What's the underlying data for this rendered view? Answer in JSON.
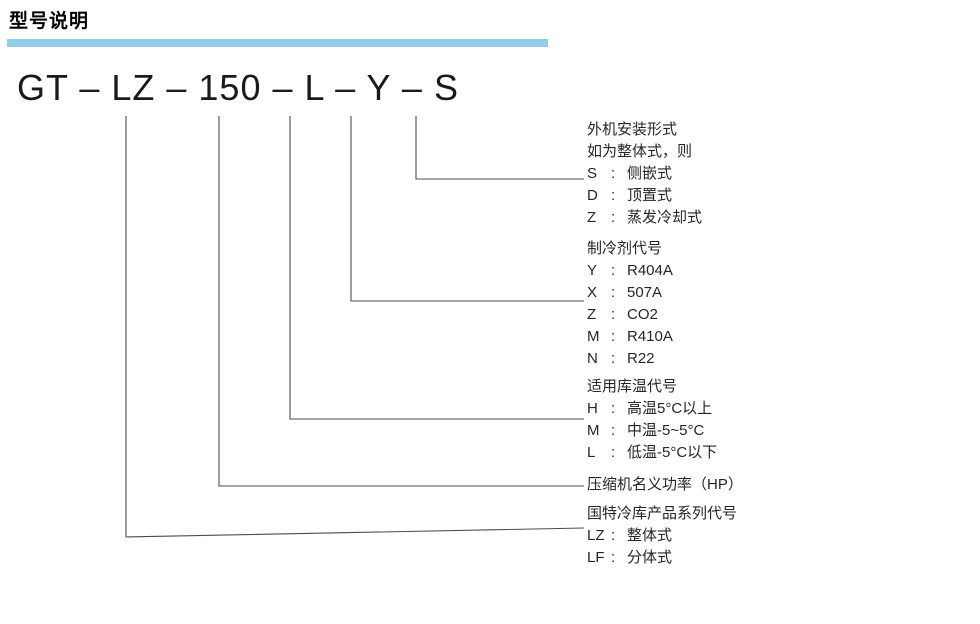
{
  "page": {
    "title": "型号说明",
    "accent_color": "#92CBEC"
  },
  "model_code": {
    "full": "GT – LZ – 150 – L – Y – S",
    "segments": [
      "GT",
      "LZ",
      "150",
      "L",
      "Y",
      "S"
    ]
  },
  "legend": {
    "separator": ":",
    "blocks": [
      {
        "id": "install-type",
        "heading_lines": [
          "外机安装形式",
          "如为整体式，则"
        ],
        "items": [
          {
            "code": "S",
            "label": "侧嵌式"
          },
          {
            "code": "D",
            "label": "顶置式"
          },
          {
            "code": "Z",
            "label": "蒸发冷却式"
          }
        ]
      },
      {
        "id": "refrigerant-code",
        "heading_lines": [
          "制冷剂代号"
        ],
        "items": [
          {
            "code": "Y",
            "label": "R404A"
          },
          {
            "code": "X",
            "label": "507A"
          },
          {
            "code": "Z",
            "label": "CO2"
          },
          {
            "code": "M",
            "label": "R410A"
          },
          {
            "code": "N",
            "label": "R22"
          }
        ]
      },
      {
        "id": "storage-temperature-code",
        "heading_lines": [
          "适用库温代号"
        ],
        "items": [
          {
            "code": "H",
            "label": "高温5°C以上"
          },
          {
            "code": "M",
            "label": "中温-5~5°C"
          },
          {
            "code": "L",
            "label": "低温-5°C以下"
          }
        ]
      },
      {
        "id": "compressor-power",
        "heading_lines": [
          "压缩机名义功率（HP）"
        ],
        "items": []
      },
      {
        "id": "product-series-code",
        "heading_lines": [
          "国特冷库产品系列代号"
        ],
        "items": [
          {
            "code": "LZ",
            "label": "整体式"
          },
          {
            "code": "LF",
            "label": "分体式"
          }
        ]
      }
    ]
  }
}
